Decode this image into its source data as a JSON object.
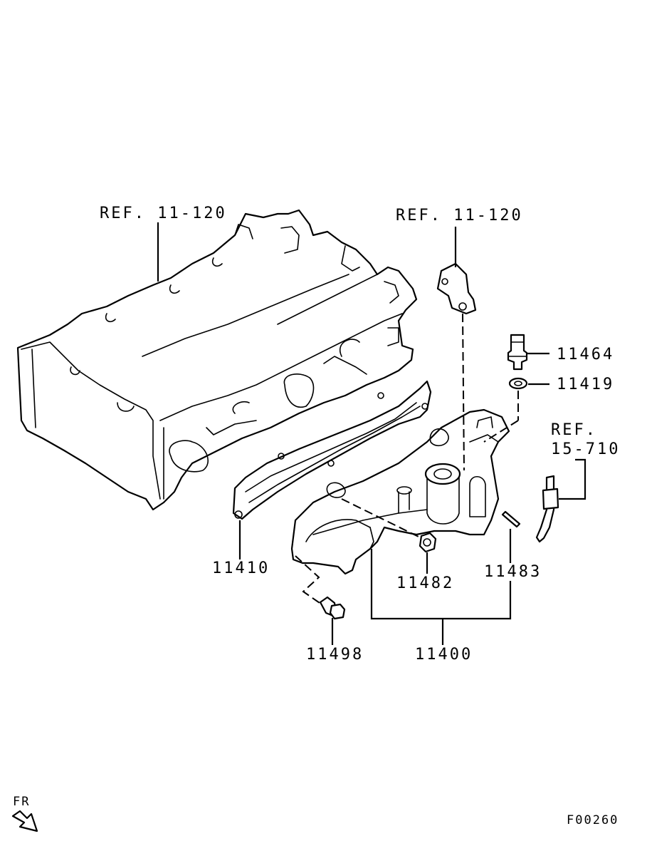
{
  "diagram": {
    "labels": {
      "ref_head": "REF. 11-120",
      "ref_bracket": "REF. 11-120",
      "ref_hose_line1": "REF.",
      "ref_hose_line2": "15-710",
      "p11464": "11464",
      "p11419": "11419",
      "p11410": "11410",
      "p11482": "11482",
      "p11483": "11483",
      "p11498": "11498",
      "p11400": "11400"
    },
    "orientation_label": "FR",
    "figure_code": "F00260"
  }
}
